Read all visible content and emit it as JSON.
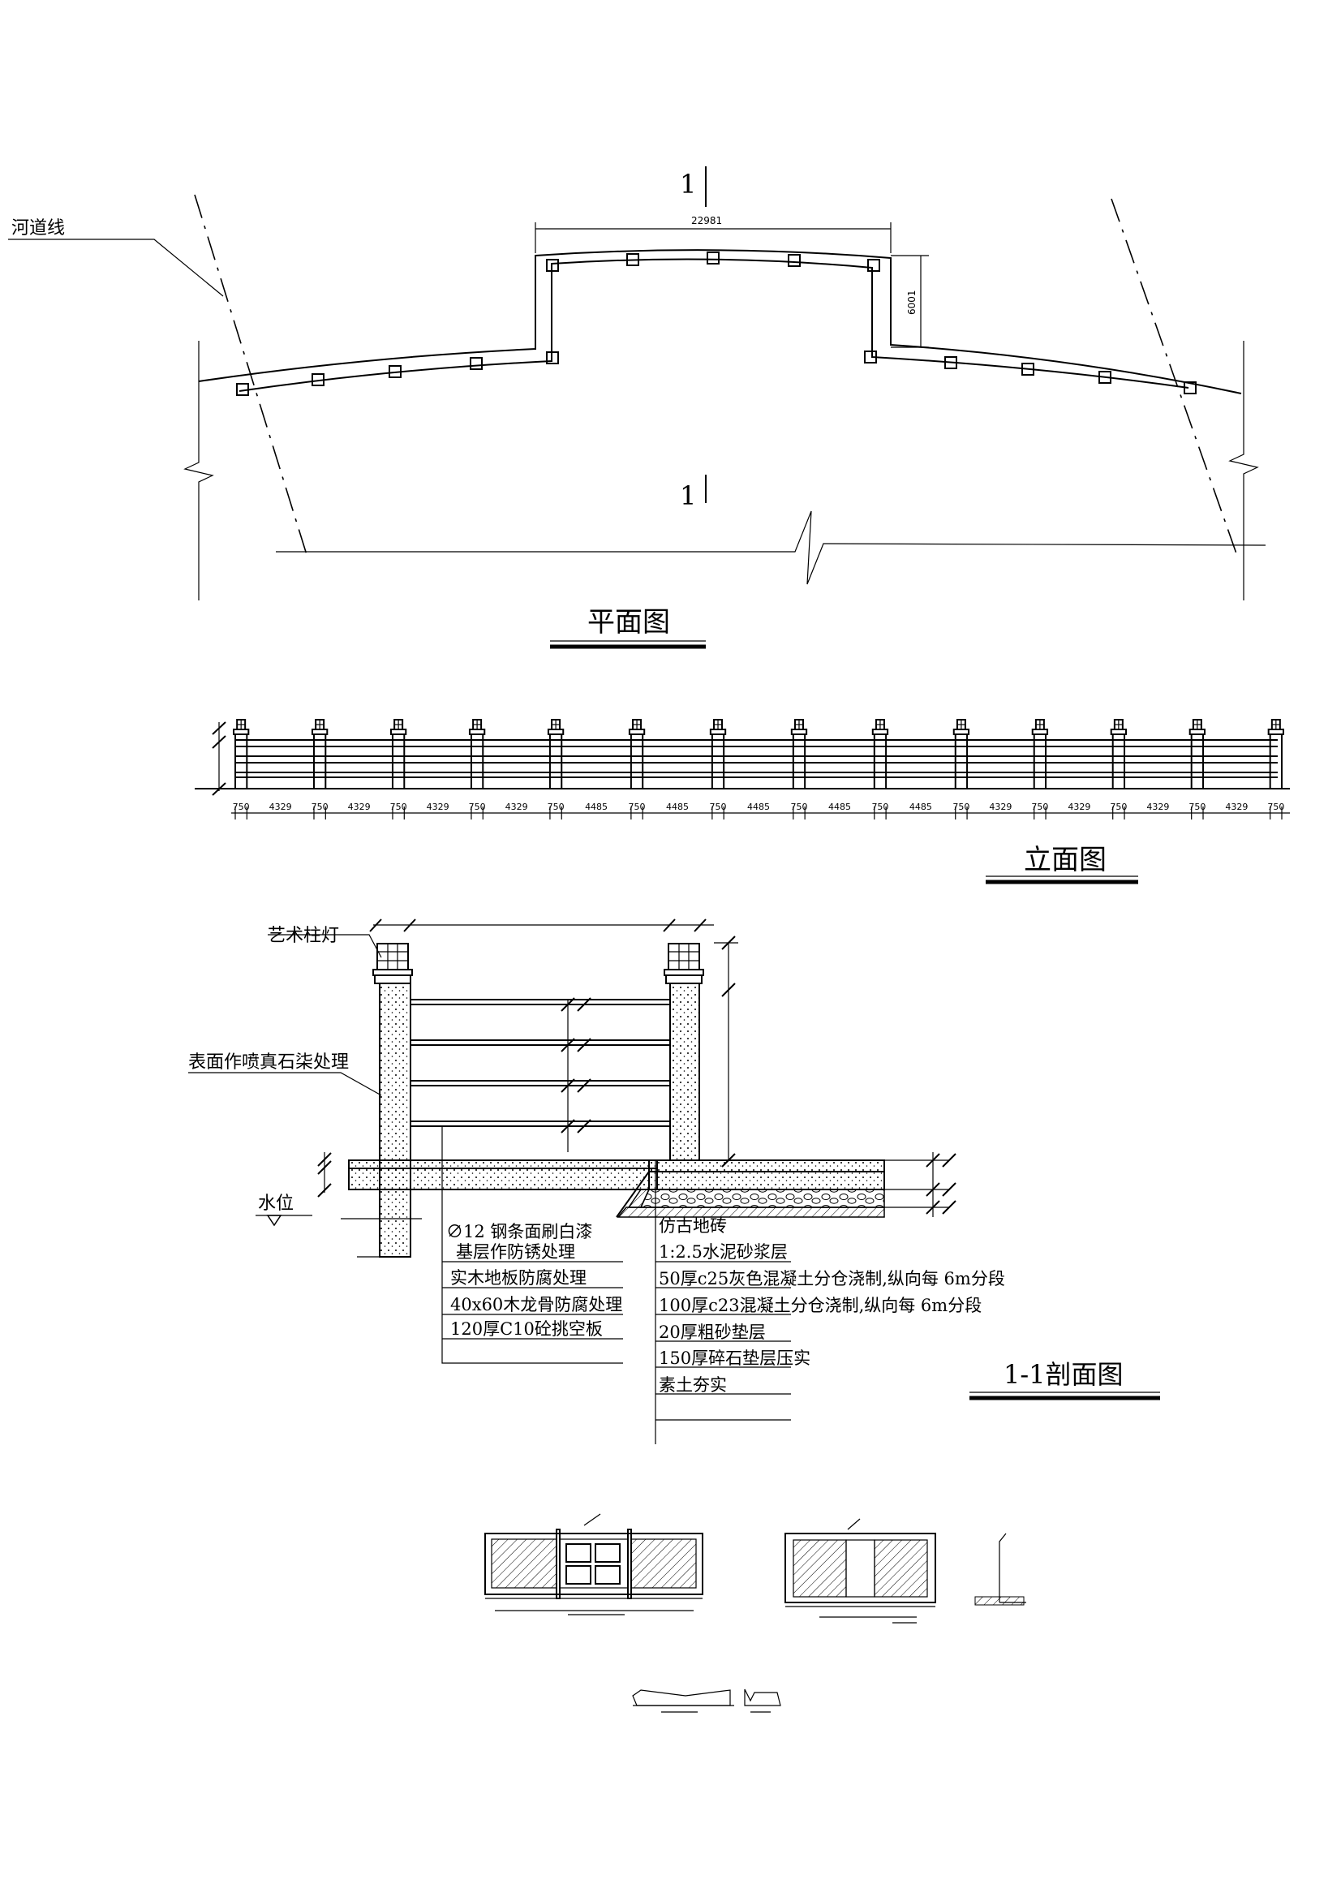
{
  "plan": {
    "title": "平面图",
    "river_label": "河道线",
    "section_mark_top": "1",
    "section_mark_bottom": "1",
    "dim_width": "22981",
    "dim_depth": "6001"
  },
  "elevation": {
    "title": "立面图",
    "dims": [
      "750",
      "4329",
      "750",
      "4329",
      "750",
      "4329",
      "750",
      "4329",
      "750",
      "4485",
      "750",
      "4485",
      "750",
      "4485",
      "750",
      "4485",
      "750",
      "4485",
      "750",
      "4329",
      "750",
      "4329",
      "750",
      "4329",
      "750",
      "4329",
      "750"
    ]
  },
  "section": {
    "title": "1-1剖面图",
    "label_lamp": "艺术柱灯",
    "label_surface": "表面作喷真石柒处理",
    "label_water": "水位",
    "left_notes": [
      "∅12 钢条面刷白漆",
      "基层作防锈处理",
      "实木地板防腐处理",
      "40x60木龙骨防腐处理",
      "120厚C10砼挑空板"
    ],
    "right_notes": [
      "仿古地砖",
      "1:2.5水泥砂浆层",
      "50厚c25灰色混凝土分仓浇制,纵向每 6m分段",
      "100厚c23混凝土分仓浇制,纵向每 6m分段",
      "20厚粗砂垫层",
      "150厚碎石垫层压实",
      "素土夯实"
    ]
  }
}
